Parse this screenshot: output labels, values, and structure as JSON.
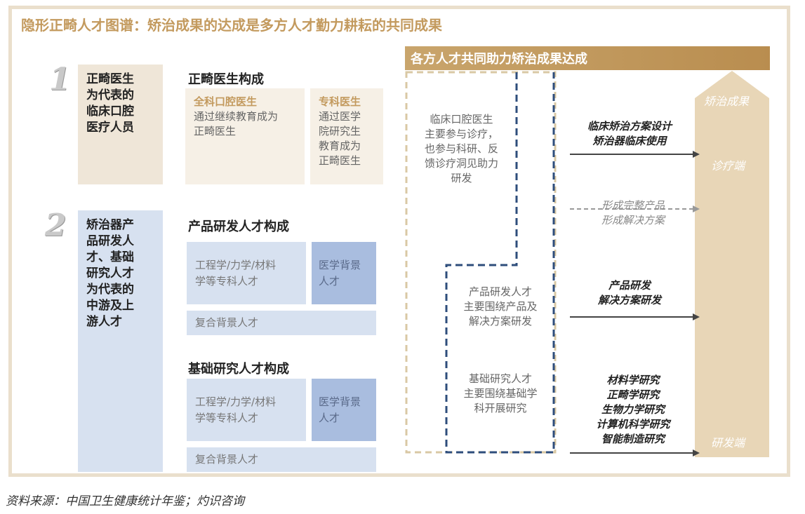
{
  "title": "隐形正畸人才图谱：矫治成果的达成是多方人才勤力耕耘的共同成果",
  "row1": {
    "numeral": "1",
    "left_label": [
      "正畸医生",
      "为代表的",
      "临床口腔",
      "医疗人员"
    ],
    "heading": "正畸医生构成",
    "box1": {
      "title": "全科口腔医生",
      "text": [
        "通过继续教育成为",
        "正畸医生"
      ]
    },
    "box2": {
      "title": "专科医生",
      "text": [
        "通过医学",
        "院研究生",
        "教育成为",
        "正畸医生"
      ]
    }
  },
  "row2": {
    "numeral": "2",
    "left_label": [
      "矫治器产",
      "品研发人",
      "才、基础",
      "研究人才",
      "为代表的",
      "中游及上",
      "游人才"
    ],
    "product_heading": "产品研发人才构成",
    "product_box1": [
      "工程学/力学/材料",
      "学等专科人才"
    ],
    "product_box2": [
      "医学背景",
      "人才"
    ],
    "product_box3": "复合背景人才",
    "basic_heading": "基础研究人才构成",
    "basic_box1": [
      "工程学/力学/材料",
      "学等专科人才"
    ],
    "basic_box2": [
      "医学背景",
      "人才"
    ],
    "basic_box3": "复合背景人才"
  },
  "banner": "各方人才共同助力矫治成果达成",
  "clinical_text": [
    "临床口腔医生",
    "主要参与诊疗，",
    "也参与科研、反",
    "馈诊疗洞见助力",
    "研发"
  ],
  "product_text": [
    "产品研发人才",
    "主要围绕产品及",
    "解决方案研发"
  ],
  "basic_text": [
    "基础研究人才",
    "主要围绕基础学",
    "科开展研究"
  ],
  "arrow1": [
    "临床矫治方案设计",
    "矫治器临床使用"
  ],
  "arrow2": [
    "形成完整产品",
    "形成解决方案"
  ],
  "arrow3": [
    "产品研发",
    "解决方案研发"
  ],
  "arrow4": [
    "材料学研究",
    "正畸学研究",
    "生物力学研究",
    "计算机科学研究",
    "智能制造研究"
  ],
  "big_arrow": {
    "top": "矫治成果",
    "middle": "诊疗端",
    "bottom": "研发端"
  },
  "source": "资料来源：中国卫生健康统计年鉴；灼识咨询",
  "colors": {
    "gold": "#c39a5e",
    "beige": "#efe6d8",
    "blue": "#d7e1f0",
    "mid_blue": "#a9bddf",
    "dash_blue": "#2e4d7b"
  }
}
